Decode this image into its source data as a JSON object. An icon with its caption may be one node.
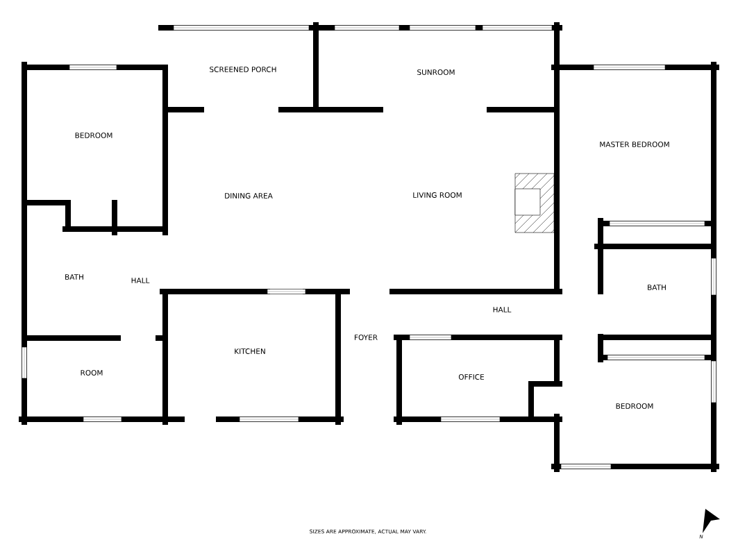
{
  "diagram": {
    "labels": [
      "SCREENED PORCH",
      "SUNROOM",
      "BEDROOM",
      "MASTER BEDROOM",
      "DINING AREA",
      "LIVING ROOM",
      "BATH",
      "HALL",
      "BATH",
      "HALL",
      "FOYER",
      "KITCHEN",
      "OFFICE",
      "ROOM",
      "BEDROOM",
      "SIZES ARE APPROXIMATE, ACTUAL MAY VARY.",
      "N"
    ]
  }
}
